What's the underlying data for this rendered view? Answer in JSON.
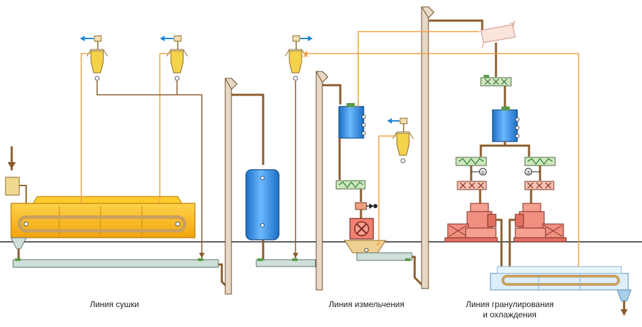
{
  "captions": {
    "drying_line": "Линия сушки",
    "grinding_line": "Линия измельчения",
    "granulation_line_1": "Линия гранулирования",
    "granulation_line_2": "и охлаждения"
  },
  "markers": {
    "press_left": "①",
    "press_right": "②"
  },
  "colors": {
    "product_line": "#8a5a2b",
    "air_line": "#f0a040",
    "exhaust_arrow": "#1e88d8",
    "dryer": "#f6b21a",
    "conveyor": "#cfe0d8",
    "bin": "#3a8fe0",
    "press": "#f08f80",
    "screw": "#9ad27a"
  }
}
